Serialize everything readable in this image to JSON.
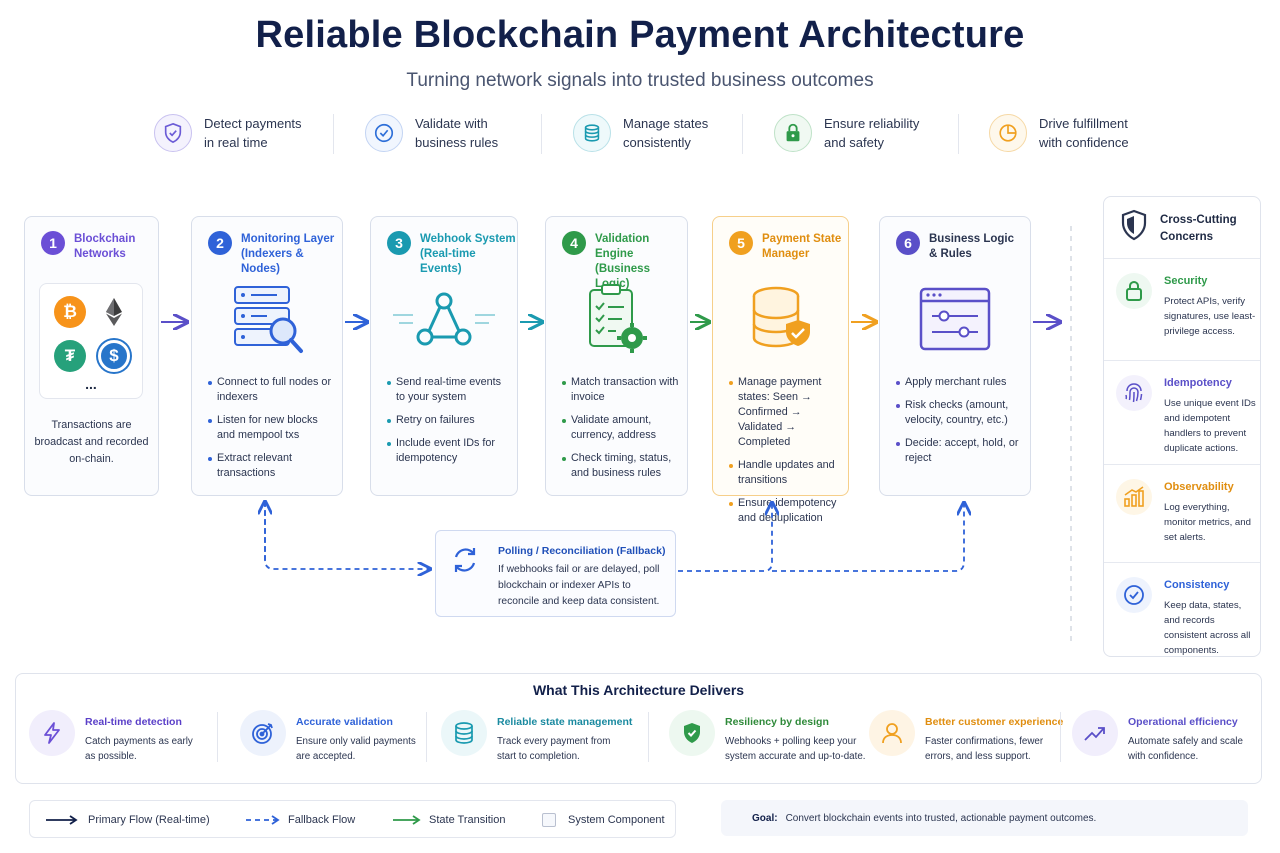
{
  "header": {
    "title": "Reliable Blockchain Payment Architecture",
    "subtitle": "Turning network signals into trusted business outcomes"
  },
  "benefits": [
    {
      "icon": "shield-check-icon",
      "line1": "Detect payments",
      "line2": "in real time",
      "color": "#6b5bd6"
    },
    {
      "icon": "check-circle-icon",
      "line1": "Validate with",
      "line2": "business rules",
      "color": "#2e6fd8"
    },
    {
      "icon": "database-icon",
      "line1": "Manage states",
      "line2": "consistently",
      "color": "#1a9ab0"
    },
    {
      "icon": "lock-icon",
      "line1": "Ensure reliability",
      "line2": "and safety",
      "color": "#2f9a4a"
    },
    {
      "icon": "pie-chart-icon",
      "line1": "Drive fulfillment",
      "line2": "with confidence",
      "color": "#f0a020"
    }
  ],
  "steps": [
    {
      "num": "1",
      "line1": "Blockchain",
      "line2": "Networks",
      "color": "#6b4fd6",
      "bullets": [],
      "text": "Transactions are broadcast and recorded on-chain."
    },
    {
      "num": "2",
      "line1": "Monitoring Layer",
      "line2": "(Indexers & Nodes)",
      "color": "#2f62d8",
      "bullets": [
        "Connect to full nodes or indexers",
        "Listen for new blocks and mempool txs",
        "Extract relevant transactions"
      ]
    },
    {
      "num": "3",
      "line1": "Webhook System",
      "line2": "(Real-time Events)",
      "color": "#1a9ab0",
      "bullets": [
        "Send real-time events to your system",
        "Retry on failures",
        "Include event IDs for idempotency"
      ]
    },
    {
      "num": "4",
      "line1": "Validation Engine",
      "line2": "(Business Logic)",
      "color": "#2f9a4a",
      "bullets": [
        "Match transaction with invoice",
        "Validate amount, currency, address",
        "Check timing, status, and business rules"
      ]
    },
    {
      "num": "5",
      "line1": "Payment State",
      "line2": "Manager",
      "color": "#f0a020",
      "bullets": [
        "Manage payment states: Seen → Confirmed → Validated → Completed",
        "Handle updates and transitions",
        "Ensure idempotency and deduplication"
      ]
    },
    {
      "num": "6",
      "line1": "Business Logic",
      "line2": "& Rules",
      "color": "#5a4fc8",
      "bullets": [
        "Apply merchant rules",
        "Risk checks (amount, velocity, country, etc.)",
        "Decide: accept, hold, or reject"
      ]
    }
  ],
  "coins": {
    "bitcoin": "₿",
    "tether": "₮",
    "usdc": "$",
    "more": "..."
  },
  "polling": {
    "title": "Polling / Reconciliation (Fallback)",
    "text": "If webhooks fail or are delayed, poll blockchain or indexer APIs to reconcile and keep data consistent."
  },
  "cross": {
    "title_line1": "Cross-Cutting",
    "title_line2": "Concerns",
    "items": [
      {
        "icon": "lock-icon",
        "title": "Security",
        "text": "Protect APIs, verify signatures, use least-privilege access.",
        "color": "#2f9a4a"
      },
      {
        "icon": "fingerprint-icon",
        "title": "Idempotency",
        "text": "Use unique event IDs and idempotent handlers to prevent duplicate actions.",
        "color": "#5a4fc8"
      },
      {
        "icon": "bar-chart-icon",
        "title": "Observability",
        "text": "Log everything, monitor metrics, and set alerts.",
        "color": "#f0a020"
      },
      {
        "icon": "check-circle-icon",
        "title": "Consistency",
        "text": "Keep data, states, and records consistent across all components.",
        "color": "#2f62d8"
      }
    ]
  },
  "delivers": {
    "title": "What This Architecture Delivers",
    "items": [
      {
        "icon": "lightning-icon",
        "title": "Real-time detection",
        "text": "Catch payments as early as possible.",
        "color": "#6b4fd6"
      },
      {
        "icon": "target-icon",
        "title": "Accurate validation",
        "text": "Ensure only valid payments are accepted.",
        "color": "#2f62d8"
      },
      {
        "icon": "database-icon",
        "title": "Reliable state management",
        "text": "Track every payment from start to completion.",
        "color": "#1a9ab0"
      },
      {
        "icon": "shield-check-icon",
        "title": "Resiliency by design",
        "text": "Webhooks + polling keep your system accurate and up-to-date.",
        "color": "#2f9a4a"
      },
      {
        "icon": "user-icon",
        "title": "Better customer experience",
        "text": "Faster confirmations, fewer errors, and less support.",
        "color": "#f0a020"
      },
      {
        "icon": "trend-up-icon",
        "title": "Operational efficiency",
        "text": "Automate safely and scale with confidence.",
        "color": "#5a4fc8"
      }
    ]
  },
  "legend": {
    "primary": "Primary Flow (Real-time)",
    "fallback": "Fallback Flow",
    "state": "State Transition",
    "component": "System Component"
  },
  "goal": {
    "label": "Goal:",
    "text": "Convert blockchain events into trusted, actionable payment outcomes."
  }
}
